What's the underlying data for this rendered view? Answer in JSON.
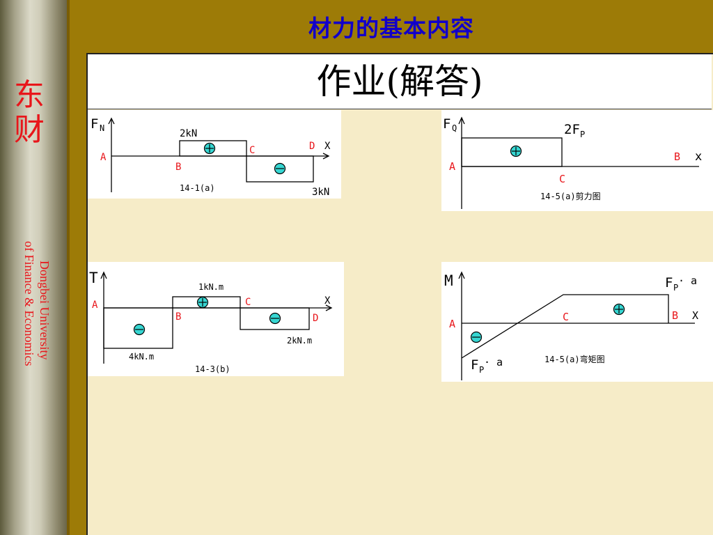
{
  "slide": {
    "title": "材力的基本内容",
    "heading": "作业(解答)"
  },
  "sidebar": {
    "logo_char_1": "东",
    "logo_char_2": "财",
    "university_line_1": "Dongbei University",
    "university_line_2": "of Finance & Economics"
  },
  "colors": {
    "title_blue": "#1200c9",
    "brand_red": "#e8161b",
    "slide_brown": "#9d7b07",
    "panel_cream": "#f6ecc8",
    "sign_cyan": "#36d6d2"
  },
  "figures": {
    "f1": {
      "axis_main": "F",
      "axis_sub": "N",
      "x_axis": "X",
      "value_top": "2kN",
      "value_bottom": "3kN",
      "label_a": "A",
      "label_b": "B",
      "label_c": "C",
      "label_d": "D",
      "caption": "14-1(a)"
    },
    "f2": {
      "axis_main": "F",
      "axis_sub": "Q",
      "x_axis": "x",
      "value_main": "2F",
      "value_sub": "P",
      "label_a": "A",
      "label_c": "C",
      "label_b": "B",
      "caption": "14-5(a)剪力图"
    },
    "f3": {
      "axis_main": "T",
      "x_axis": "X",
      "value_top": "1kN.m",
      "value_left": "4kN.m",
      "value_right": "2kN.m",
      "label_a": "A",
      "label_b": "B",
      "label_c": "C",
      "label_d": "D",
      "caption": "14-3(b)"
    },
    "f4": {
      "axis_main": "M",
      "x_axis": "X",
      "value_top_main": "F",
      "value_top_sub": "P",
      "value_top_rest": "· a",
      "value_bottom_main": "F",
      "value_bottom_sub": "P",
      "value_bottom_rest": "· a",
      "label_a": "A",
      "label_c": "C",
      "label_b": "B",
      "caption": "14-5(a)弯矩图"
    }
  }
}
